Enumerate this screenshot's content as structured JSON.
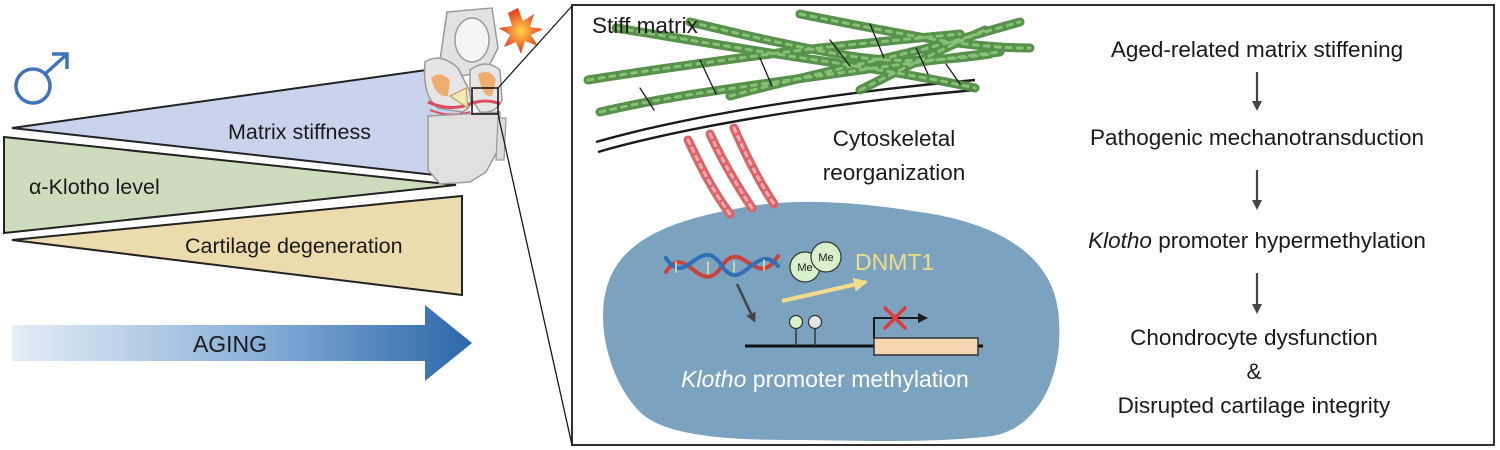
{
  "colors": {
    "stiffness_wedge": "#c9d3ec",
    "klotho_wedge": "#cddcbd",
    "degeneration_wedge": "#ecdcad",
    "aging_arrow_start": "#e3eef8",
    "aging_arrow_end": "#2f6cae",
    "male_symbol": "#3f73bf",
    "cell": "#7ba3c0",
    "fiber_green": "#5a9a4a",
    "fiber_red": "#d9646a",
    "dnmt1_arrow": "#f2dc8a",
    "cross": "#e03b3b",
    "gene_box": "#f5d6b3"
  },
  "icons": {
    "male": "male-symbol-icon",
    "knee": "knee-joint-icon",
    "impact": "pain-burst-icon"
  },
  "left_panel": {
    "male_symbol": "♂",
    "wedges": {
      "matrix_stiffness": "Matrix stiffness",
      "klotho_level": "α-Klotho level",
      "cartilage_degeneration": "Cartilage degeneration"
    },
    "aging_label": "AGING"
  },
  "zoom_panel": {
    "stiff_matrix": "Stiff matrix",
    "cytoskeletal_line1": "Cytoskeletal",
    "cytoskeletal_line2": "reorganization",
    "methyl_mark": "Me",
    "dnmt1": "DNMT1",
    "promoter_italic": "Klotho",
    "promoter_rest": " promoter methylation",
    "flow": {
      "step1": "Aged-related matrix stiffening",
      "step2": "Pathogenic mechanotransduction",
      "step3_italic": "Klotho",
      "step3_rest": " promoter hypermethylation",
      "step4": "Chondrocyte dysfunction",
      "step4_join": "&",
      "step5": "Disrupted cartilage integrity"
    }
  }
}
